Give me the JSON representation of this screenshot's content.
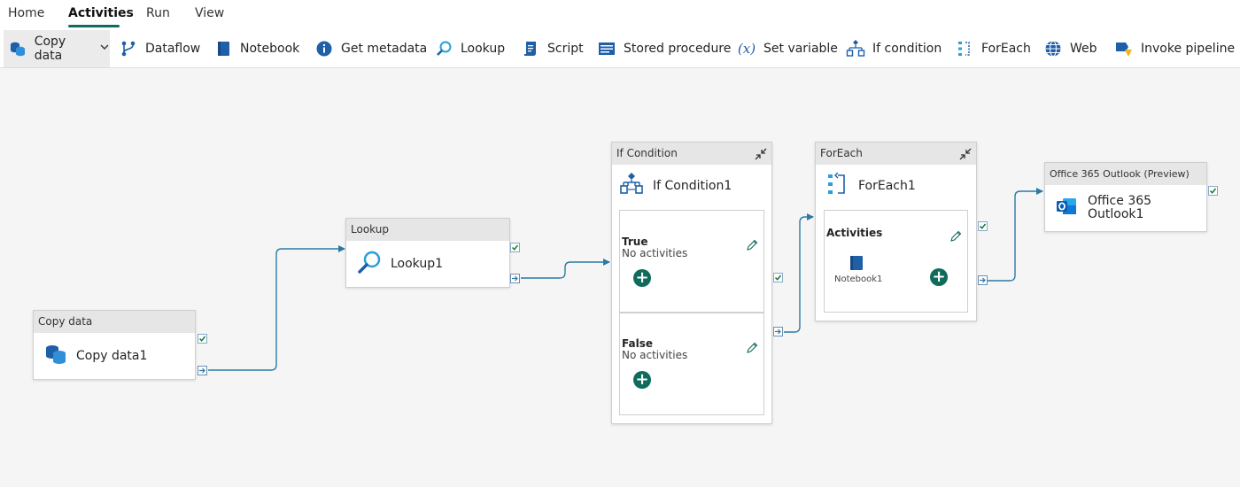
{
  "menu": {
    "tabs": [
      "Home",
      "Activities",
      "Run",
      "View"
    ],
    "active": "Activities"
  },
  "toolbar": {
    "items": [
      {
        "label": "Copy data",
        "icon": "copy-data-icon"
      },
      {
        "label": "Dataflow",
        "icon": "dataflow-icon"
      },
      {
        "label": "Notebook",
        "icon": "notebook-icon"
      },
      {
        "label": "Get metadata",
        "icon": "info-icon"
      },
      {
        "label": "Lookup",
        "icon": "lookup-icon"
      },
      {
        "label": "Script",
        "icon": "script-icon"
      },
      {
        "label": "Stored procedure",
        "icon": "stored-procedure-icon"
      },
      {
        "label": "Set variable",
        "icon": "variable-icon"
      },
      {
        "label": "If condition",
        "icon": "if-condition-icon"
      },
      {
        "label": "ForEach",
        "icon": "foreach-icon"
      },
      {
        "label": "Web",
        "icon": "globe-icon"
      },
      {
        "label": "Invoke pipeline",
        "icon": "invoke-pipeline-icon"
      }
    ]
  },
  "activities": {
    "copy": {
      "type": "Copy data",
      "name": "Copy data1"
    },
    "lookup": {
      "type": "Lookup",
      "name": "Lookup1"
    },
    "ifcond": {
      "type": "If Condition",
      "name": "If Condition1",
      "true_label": "True",
      "true_text": "No activities",
      "false_label": "False",
      "false_text": "No activities"
    },
    "foreach": {
      "type": "ForEach",
      "name": "ForEach1",
      "activities_label": "Activities",
      "inner_name": "Notebook1"
    },
    "outlook": {
      "type": "Office 365 Outlook (Preview)",
      "name_line1": "Office 365",
      "name_line2": "Outlook1"
    }
  },
  "colors": {
    "accent": "#0f6b5c",
    "link": "#2b7aa3",
    "check": "#0f7b3e"
  }
}
